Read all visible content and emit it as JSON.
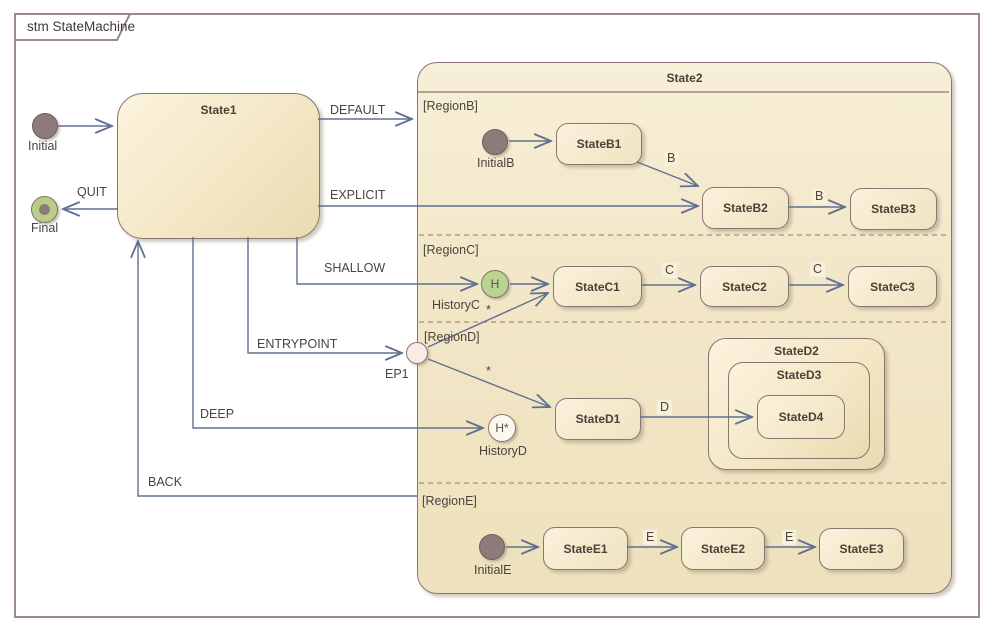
{
  "frame": {
    "title": "stm StateMachine"
  },
  "outer": {
    "initial": {
      "label": "Initial"
    },
    "final": {
      "label": "Final"
    },
    "state1": {
      "title": "State1"
    }
  },
  "transitions": {
    "default": "DEFAULT",
    "explicit": "EXPLICIT",
    "shallow": "SHALLOW",
    "entrypoint": "ENTRYPOINT",
    "deep": "DEEP",
    "back": "BACK",
    "quit": "QUIT"
  },
  "state2": {
    "title": "State2",
    "region_b": {
      "label": "[RegionB]",
      "initial": {
        "label": "InitialB"
      },
      "state_b1": "StateB1",
      "state_b2": "StateB2",
      "state_b3": "StateB3",
      "trigger_1": "B",
      "trigger_2": "B"
    },
    "region_c": {
      "label": "[RegionC]",
      "history": {
        "glyph": "H",
        "label": "HistoryC"
      },
      "star": "*",
      "state_c1": "StateC1",
      "state_c2": "StateC2",
      "state_c3": "StateC3",
      "trigger_1": "C",
      "trigger_2": "C"
    },
    "region_d": {
      "label": "[RegionD]",
      "entry_point": {
        "label": "EP1"
      },
      "history": {
        "glyph": "H*",
        "label": "HistoryD"
      },
      "star": "*",
      "state_d1": "StateD1",
      "state_d2": "StateD2",
      "state_d3": "StateD3",
      "state_d4": "StateD4",
      "trigger": "D"
    },
    "region_e": {
      "label": "[RegionE]",
      "initial": {
        "label": "InitialE"
      },
      "state_e1": "StateE1",
      "state_e2": "StateE2",
      "state_e3": "StateE3",
      "trigger_1": "E",
      "trigger_2": "E"
    }
  },
  "colors": {
    "frame_border": "#9c8888",
    "state_border": "#8b7571",
    "state_fill_light": "#fbf3dd",
    "state_fill_dark": "#e9dab0",
    "line": "#5f7090",
    "initial_fill": "#8d7a7a",
    "final_ring": "#b6cf84",
    "history_green": "#bad48f",
    "entry_fill": "#f9ece7",
    "dashed_separator": "#a89178",
    "text": "#4b443c"
  }
}
